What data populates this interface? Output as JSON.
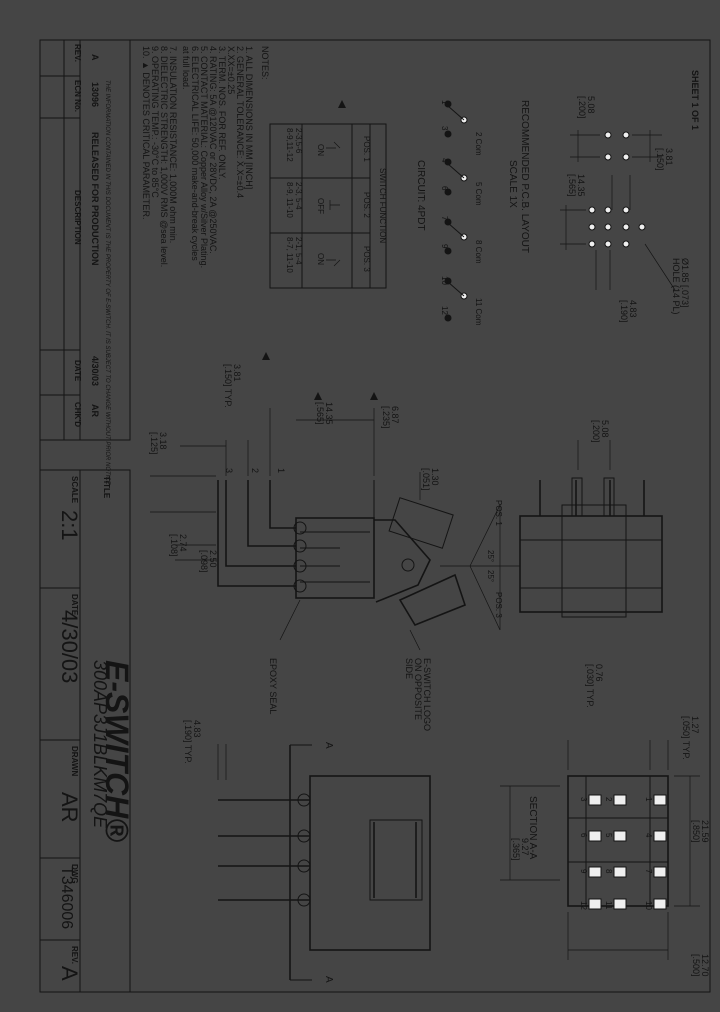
{
  "sheet": "SHEET 1 OF 1",
  "pcb": {
    "title": "RECOMMENDED P.C.B. LAYOUT",
    "scale": "SCALE 1X",
    "dims": [
      "5.08",
      "[.200]",
      "3.81",
      "[.150]",
      "14.35",
      "[.565]",
      "4.83",
      "[.190]",
      "Ø1.85 [.073]",
      "HOLE (14 PL)"
    ]
  },
  "notes": {
    "header": "NOTES:",
    "items": [
      "1. ALL DIMENSIONS IN MM [INCH]",
      "2. GENERAL TOLERANCE: X.X=±0.4",
      "                              X.XX=±0.25",
      "3. TERM. NOS. FOR REF. ONLY.",
      "4. RATING: 5A @120VAC or 28VDC, 2A @250VAC.",
      "5. CONTACT MATERIAL: Copper Alloy w/Silver Plating.",
      "6. ELECTRICAL LIFE: 50,000 make-and-break cycles",
      "                          at full load.",
      "7. INSULATION RESISTANCE: 1,000M ohm min.",
      "8. DIELECTRIC STRENGTH: 1,000V RMS @sea level.",
      "9. OPERATING TEMP.: -30°C to 85°C",
      "10. ▲ DENOTES CRITICAL PARAMETER."
    ]
  },
  "switch_function": {
    "title": "SWITCH FUNCTION",
    "headers": [
      "POS. 1",
      "POS. 2",
      "POS. 3"
    ],
    "rows": [
      [
        "2-3,5-6",
        "2-3, 5-4",
        "2-1, 5-4"
      ],
      [
        "8-9,11-12",
        "8-9, 11-10",
        "8-7, 11-10"
      ],
      [
        "ON",
        "OFF",
        "ON"
      ]
    ]
  },
  "circuit": {
    "title": "CIRCUIT: 4PDT",
    "labels": [
      "2 Com",
      "5 Com",
      "8 Com",
      "11 Com",
      "1",
      "3",
      "4",
      "6",
      "7",
      "9",
      "10",
      "12"
    ]
  },
  "side_view": {
    "dims": [
      "6.87",
      "[.235]",
      "14.35",
      "[.565]",
      "3.81",
      "[.150] TYP.",
      "3.18",
      "[.125]",
      "1.30",
      "[.051]",
      "2.74",
      "[.108]",
      "2.50",
      "[.098]"
    ],
    "terms": [
      "3",
      "2",
      "1"
    ],
    "callouts": [
      "EPOXY SEAL",
      "E-SWITCH LOGO",
      "ON OPPOSITE",
      "SIDE"
    ]
  },
  "end_view": {
    "dims": [
      "5.08",
      "[.200]"
    ],
    "angles": [
      "POS. 1",
      "25°",
      "25°",
      "POS. 3"
    ]
  },
  "section": {
    "title": "SECTION A-A",
    "dims": [
      "0.76",
      "[.030] TYP.",
      "1.27",
      "[.050] TYP.",
      "21.59",
      "[.850]",
      "12.70",
      "[.500]",
      "9.27",
      "[.365]"
    ],
    "pins": [
      "1",
      "2",
      "3",
      "4",
      "5",
      "6",
      "7",
      "8",
      "9",
      "10",
      "11",
      "12"
    ]
  },
  "bottom_view": {
    "dims": [
      "4.83",
      "[.190] TYP."
    ],
    "section_label": "A"
  },
  "revision_table": {
    "headers": [
      "REV.",
      "ECN No.",
      "DESCRIPTION",
      "DATE",
      "CHK'D"
    ],
    "rows": [
      [
        "A",
        "13096",
        "RELEASED FOR PRODUCTION",
        "4/30/03",
        "AR"
      ]
    ],
    "disclaimer": "THE INFORMATION CONTAINED IN THIS DOCUMENT IS THE PROPERTY OF E-SWITCH. IT IS SUBJECT TO CHANGE WITHOUT PRIOR NOTICE."
  },
  "title_block": {
    "title_label": "TITLE",
    "title": "300AP3J1BLKM7QE",
    "scale_label": "SCALE",
    "scale": "2:1",
    "date_label": "DATE",
    "date": "4/30/03",
    "drawn_label": "DRAWN",
    "drawn": "AR",
    "dwg_label": "DWG",
    "dwg": "T346006",
    "rev_label": "REV.",
    "rev": "A",
    "logo": "E-SWITCH®"
  }
}
